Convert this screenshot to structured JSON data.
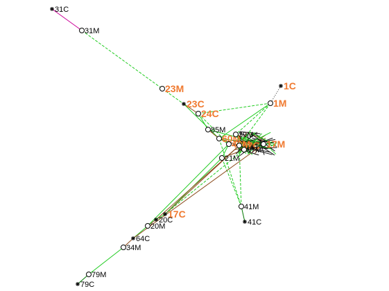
{
  "colors": {
    "edge_green": "#22cc22",
    "edge_dark_green": "#007700",
    "edge_brown": "#8a4a1a",
    "edge_magenta": "#cc0099",
    "edge_dotted": "#333333",
    "label_orange": "#f07a30",
    "label_black": "#000000"
  },
  "node_markers": {
    "circle": "circle-marker-icon",
    "star": "star-marker-icon"
  },
  "nodes": [
    {
      "id": "31C",
      "label": "31C",
      "marker": "star",
      "label_style": "black"
    },
    {
      "id": "31M",
      "label": "31M",
      "marker": "circle",
      "label_style": "black"
    },
    {
      "id": "23M",
      "label": "23M",
      "marker": "circle",
      "label_style": "orange"
    },
    {
      "id": "23C",
      "label": "23C",
      "marker": "star",
      "label_style": "orange"
    },
    {
      "id": "24C",
      "label": "24C",
      "marker": "circle",
      "label_style": "orange"
    },
    {
      "id": "1C",
      "label": "1C",
      "marker": "star",
      "label_style": "orange"
    },
    {
      "id": "1M",
      "label": "1M",
      "marker": "circle",
      "label_style": "orange"
    },
    {
      "id": "85M",
      "label": "85M",
      "marker": "circle",
      "label_style": "black"
    },
    {
      "id": "60M",
      "label": "60M",
      "marker": "circle",
      "label_style": "orange"
    },
    {
      "id": "39M",
      "label": "39M",
      "marker": "circle",
      "label_style": "black"
    },
    {
      "id": "40M",
      "label": "40M",
      "marker": "circle",
      "label_style": "orange"
    },
    {
      "id": "57C",
      "label": "57C",
      "marker": "circle",
      "label_style": "orange"
    },
    {
      "id": "17M",
      "label": "17M",
      "marker": "circle",
      "label_style": "orange"
    },
    {
      "id": "67M",
      "label": "67M",
      "marker": "circle",
      "label_style": "black"
    },
    {
      "id": "21M",
      "label": "21M",
      "marker": "circle",
      "label_style": "black"
    },
    {
      "id": "41M",
      "label": "41M",
      "marker": "circle",
      "label_style": "black"
    },
    {
      "id": "41C",
      "label": "41C",
      "marker": "star",
      "label_style": "black"
    },
    {
      "id": "17C",
      "label": "17C",
      "marker": "star",
      "label_style": "orange"
    },
    {
      "id": "20C",
      "label": "20C",
      "marker": "star",
      "label_style": "black"
    },
    {
      "id": "20M",
      "label": "20M",
      "marker": "circle",
      "label_style": "black"
    },
    {
      "id": "64C",
      "label": "64C",
      "marker": "star",
      "label_style": "black"
    },
    {
      "id": "34M",
      "label": "34M",
      "marker": "circle",
      "label_style": "black"
    },
    {
      "id": "79M",
      "label": "79M",
      "marker": "circle",
      "label_style": "black"
    },
    {
      "id": "79C",
      "label": "79C",
      "marker": "star",
      "label_style": "black"
    }
  ],
  "edges": [
    {
      "from": "31C",
      "to": "31M",
      "style": "magenta"
    },
    {
      "from": "31M",
      "to": "23M",
      "style": "green-dash"
    },
    {
      "from": "23M",
      "to": "23C",
      "style": "green-dash"
    },
    {
      "from": "23C",
      "to": "24C",
      "style": "brown"
    },
    {
      "from": "24C",
      "to": "85M",
      "style": "green"
    },
    {
      "from": "23C",
      "to": "60M",
      "style": "green"
    },
    {
      "from": "85M",
      "to": "60M",
      "style": "brown"
    },
    {
      "from": "60M",
      "to": "40M",
      "style": "green"
    },
    {
      "from": "60M",
      "to": "57C",
      "style": "brown"
    },
    {
      "from": "60M",
      "to": "17M",
      "style": "green"
    },
    {
      "from": "24C",
      "to": "1M",
      "style": "green-dash"
    },
    {
      "from": "24C",
      "to": "40M",
      "style": "green-dash"
    },
    {
      "from": "1C",
      "to": "1M",
      "style": "dotted"
    },
    {
      "from": "1M",
      "to": "57C",
      "style": "green-dash"
    },
    {
      "from": "1M",
      "to": "39M",
      "style": "green-dash"
    },
    {
      "from": "1M",
      "to": "60M",
      "style": "green"
    },
    {
      "from": "85M",
      "to": "17M",
      "style": "green"
    },
    {
      "from": "39M",
      "to": "67M",
      "style": "green"
    },
    {
      "from": "40M",
      "to": "21M",
      "style": "green"
    },
    {
      "from": "21M",
      "to": "67M",
      "style": "brown"
    },
    {
      "from": "57C",
      "to": "41M",
      "style": "green-dash"
    },
    {
      "from": "21M",
      "to": "41M",
      "style": "green-dash"
    },
    {
      "from": "41M",
      "to": "41C",
      "style": "dark-green"
    },
    {
      "from": "60M",
      "to": "41M",
      "style": "green-dash"
    },
    {
      "from": "17C",
      "to": "21M",
      "style": "green"
    },
    {
      "from": "17C",
      "to": "57C",
      "style": "brown"
    },
    {
      "from": "17C",
      "to": "67M",
      "style": "green-dash"
    },
    {
      "from": "17C",
      "to": "20C",
      "style": "green"
    },
    {
      "from": "20C",
      "to": "20M",
      "style": "brown"
    },
    {
      "from": "20M",
      "to": "64C",
      "style": "green"
    },
    {
      "from": "64C",
      "to": "34M",
      "style": "brown"
    },
    {
      "from": "34M",
      "to": "79M",
      "style": "green"
    },
    {
      "from": "20C",
      "to": "57C",
      "style": "brown"
    },
    {
      "from": "20M",
      "to": "40M",
      "style": "green"
    },
    {
      "from": "64C",
      "to": "17M",
      "style": "brown"
    },
    {
      "from": "79M",
      "to": "79C",
      "style": "dark-green"
    }
  ]
}
